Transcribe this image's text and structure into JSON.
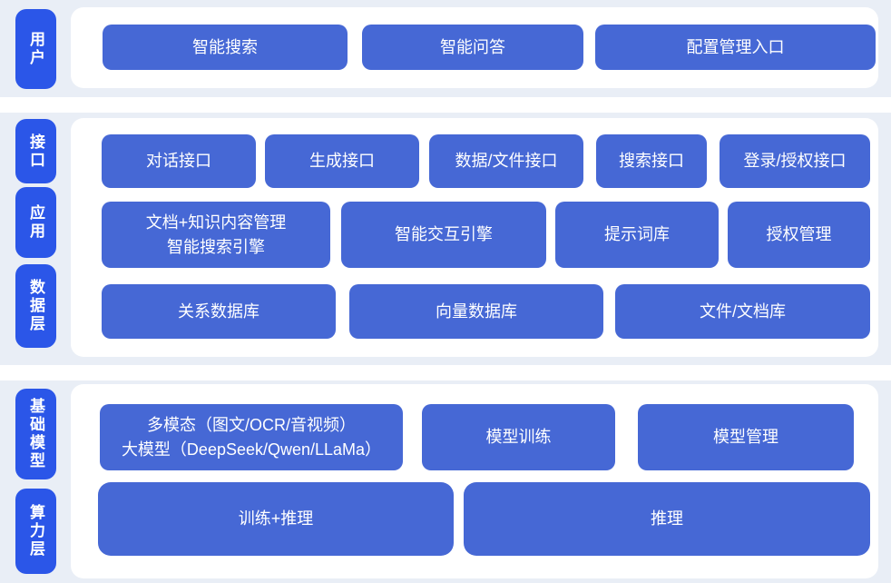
{
  "title": "AI platform architecture diagram",
  "colors": {
    "block_blue": "#4668d5",
    "tab_blue": "#2b56e8",
    "strip_background": "#e9eef6",
    "panel_background": "#ffffff",
    "text": "#ffffff"
  },
  "layers": {
    "user": {
      "tab": "用户",
      "blocks": [
        "智能搜索",
        "智能问答",
        "配置管理入口"
      ]
    },
    "interface_app_data": {
      "tabs": [
        "接口",
        "应用",
        "数据层"
      ],
      "rows": [
        [
          "对话接口",
          "生成接口",
          "数据/文件接口",
          "搜索接口",
          "登录/授权接口"
        ],
        [
          "文档+知识内容管理\n智能搜索引擎",
          "智能交互引擎",
          "提示词库",
          "授权管理"
        ],
        [
          "关系数据库",
          "向量数据库",
          "文件/文档库"
        ]
      ]
    },
    "model_compute": {
      "tabs": [
        "基础模型",
        "算力层"
      ],
      "rows": [
        [
          "多模态（图文/OCR/音视频）\n大模型（DeepSeek/Qwen/LLaMa）",
          "模型训练",
          "模型管理"
        ],
        [
          "训练+推理",
          "推理"
        ]
      ]
    }
  }
}
